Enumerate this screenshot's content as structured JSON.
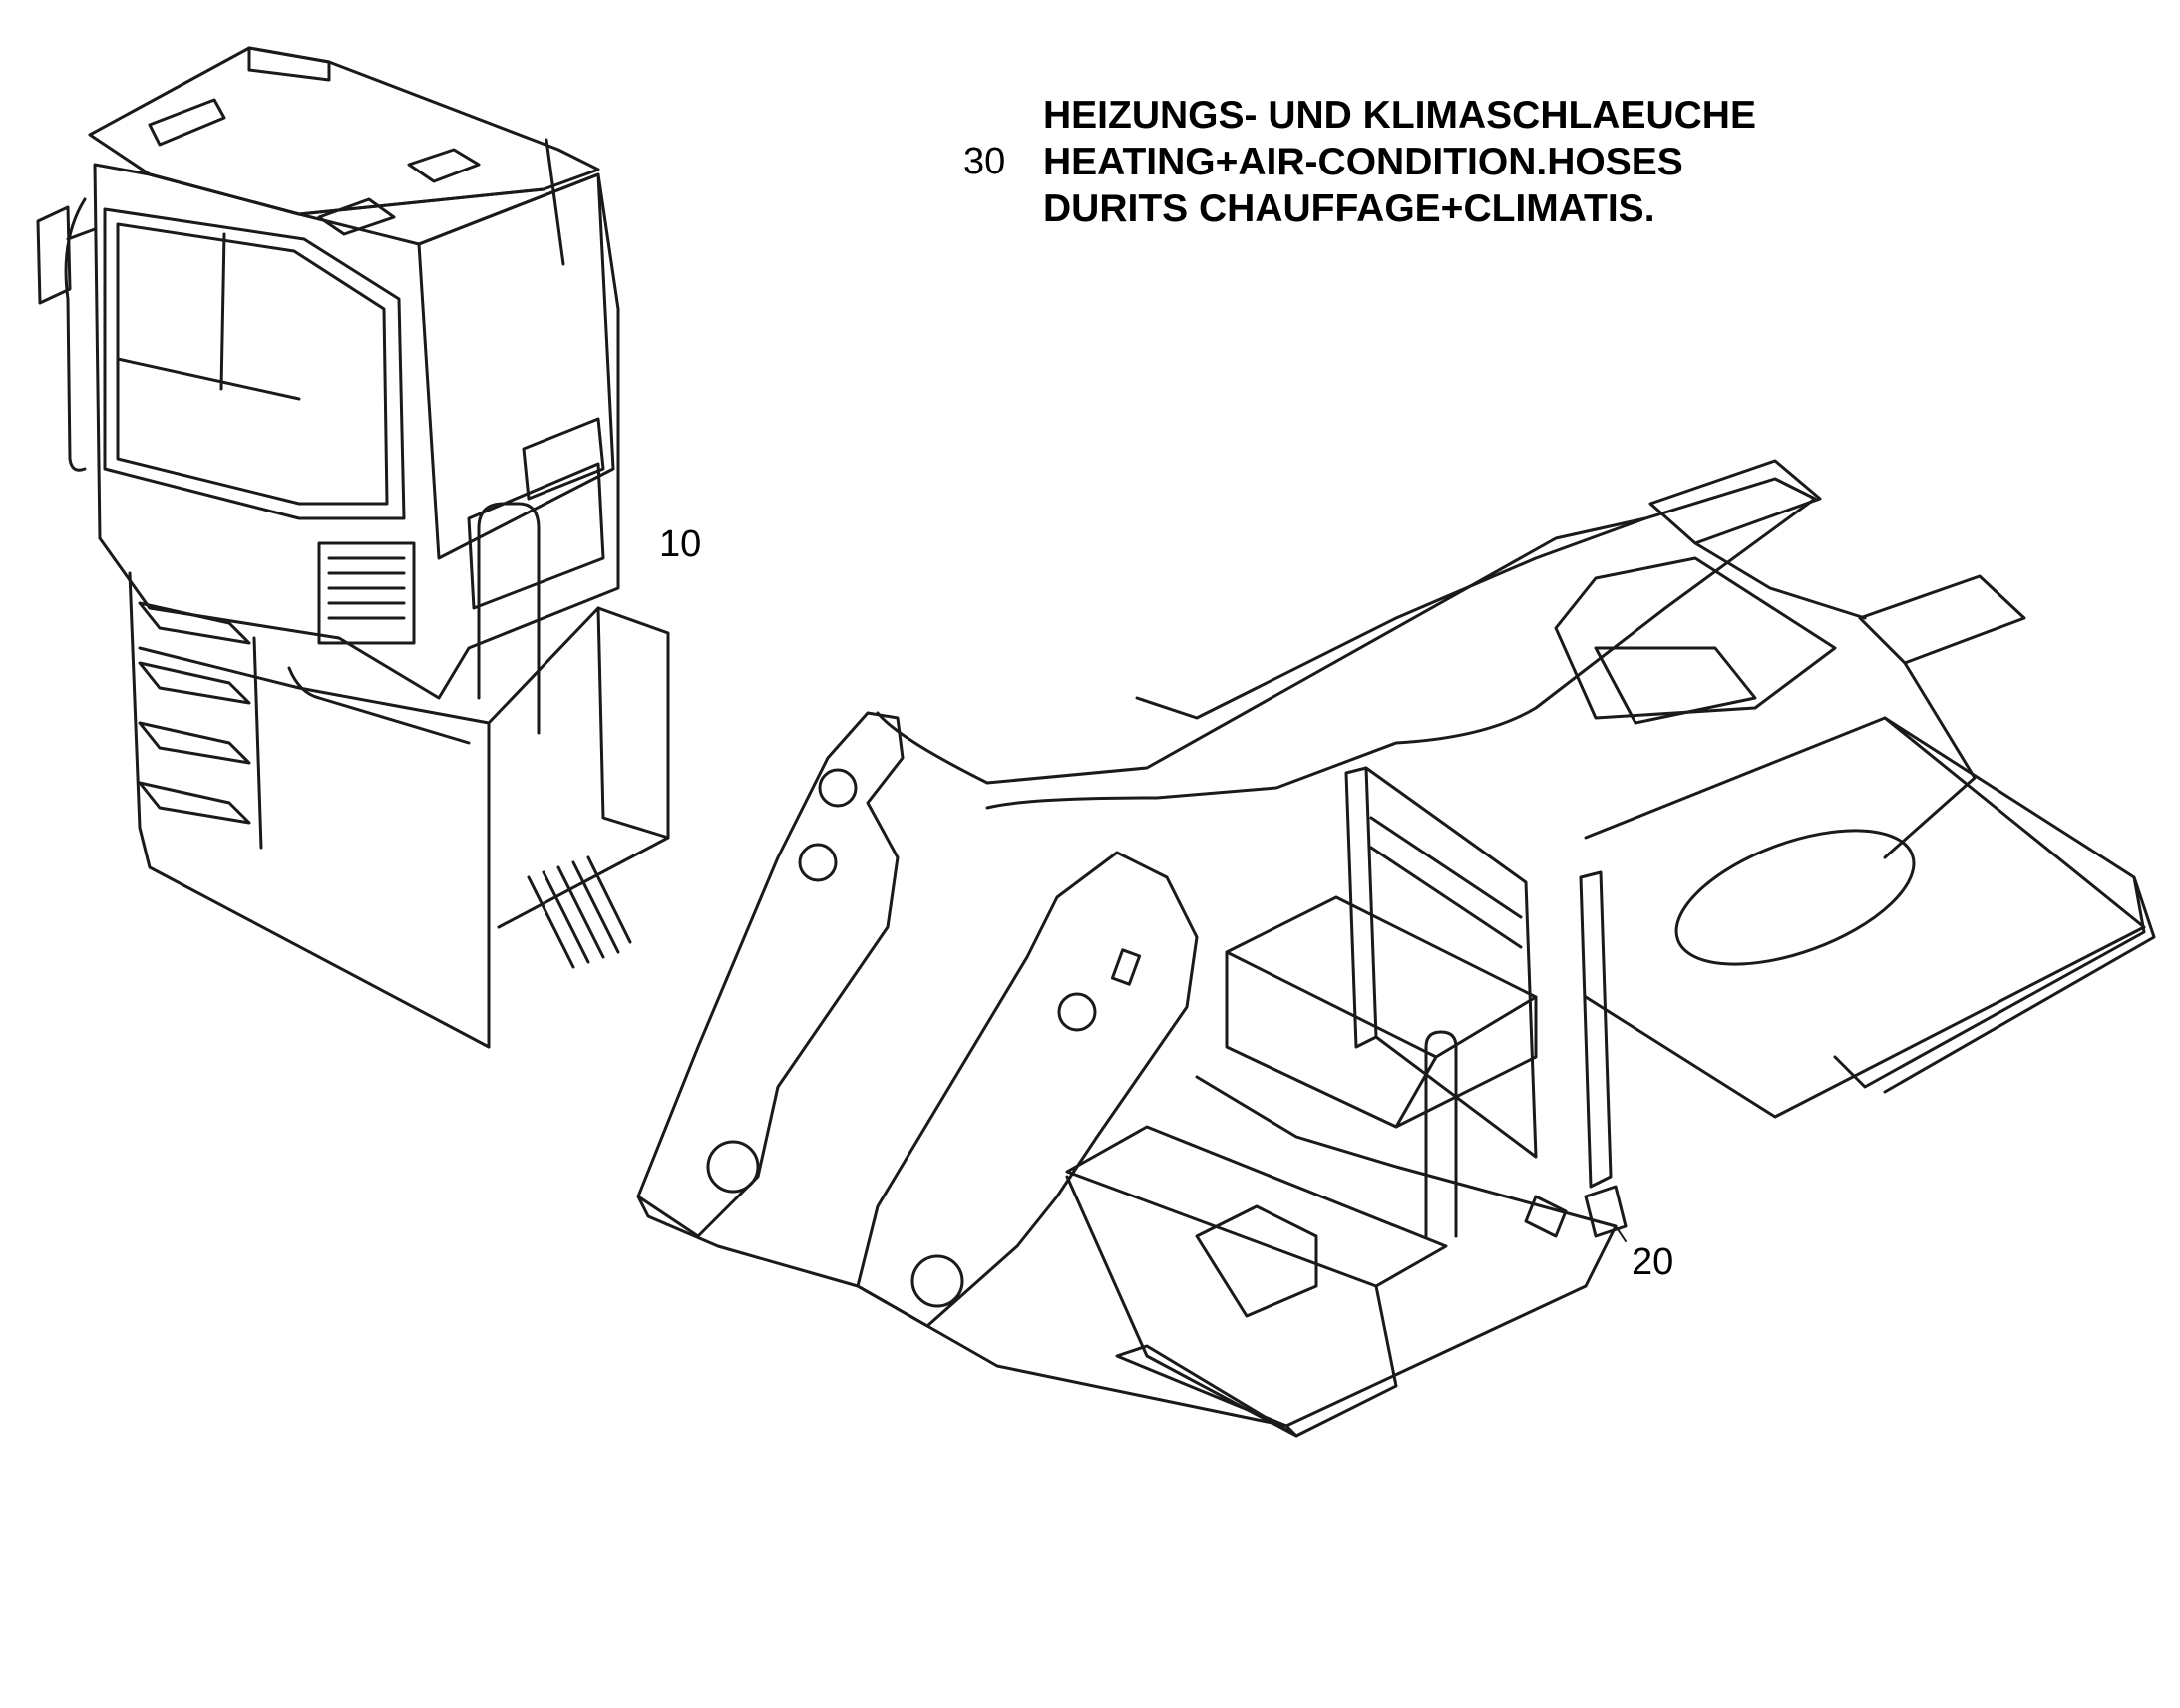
{
  "heading": {
    "line_de": "HEIZUNGS- UND KLIMASCHLAEUCHE",
    "line_en": "HEATING+AIR-CONDITION.HOSES",
    "line_fr": "DURITS CHAUFFAGE+CLIMATIS."
  },
  "callouts": {
    "item_30": "30",
    "item_10": "10",
    "item_20": "20"
  },
  "colors": {
    "line": "#1a1a1a",
    "background": "#ffffff"
  }
}
